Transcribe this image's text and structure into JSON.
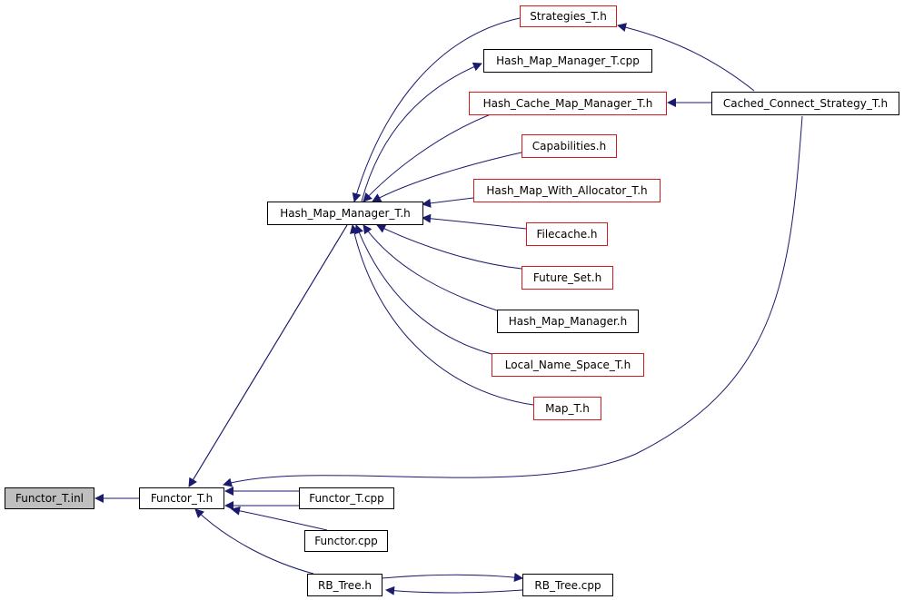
{
  "diagram": {
    "colors": {
      "edge": "#1a1a6e",
      "node_border": "#000000",
      "red_border": "#d11a1a",
      "focus_fill": "#bfbfbf"
    },
    "nodes": {
      "functor_t_inl": "Functor_T.inl",
      "functor_t_h": "Functor_T.h",
      "functor_t_cpp": "Functor_T.cpp",
      "functor_cpp": "Functor.cpp",
      "rb_tree_h": "RB_Tree.h",
      "rb_tree_cpp": "RB_Tree.cpp",
      "hash_map_manager_t_h": "Hash_Map_Manager_T.h",
      "strategies_t_h": "Strategies_T.h",
      "hash_map_manager_t_cpp": "Hash_Map_Manager_T.cpp",
      "hash_cache_map_manager_t_h": "Hash_Cache_Map_Manager_T.h",
      "cached_connect_strategy_t_h": "Cached_Connect_Strategy_T.h",
      "capabilities_h": "Capabilities.h",
      "hash_map_with_allocator_t_h": "Hash_Map_With_Allocator_T.h",
      "filecache_h": "Filecache.h",
      "future_set_h": "Future_Set.h",
      "hash_map_manager_h": "Hash_Map_Manager.h",
      "local_name_space_t_h": "Local_Name_Space_T.h",
      "map_t_h": "Map_T.h"
    }
  }
}
